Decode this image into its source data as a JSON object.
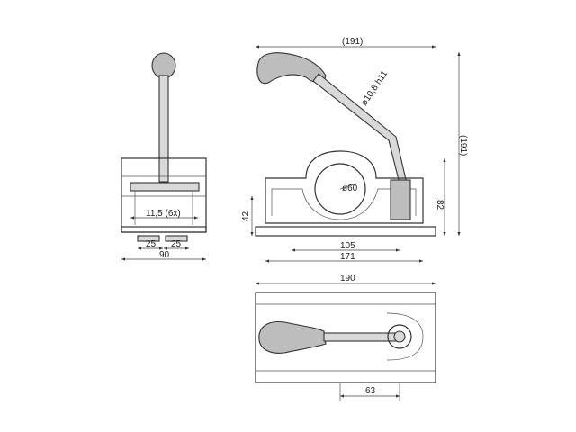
{
  "dimensions": {
    "overall_width_top": "(191)",
    "overall_height_right": "(191)",
    "rod_diameter": "ø10,8 h11",
    "clamp_diameter": "ø60",
    "height_82": "82",
    "height_42": "42",
    "span_105": "105",
    "span_171": "171",
    "side_holes": "11,5 (6x)",
    "side_25_left": "25",
    "side_25_right": "25",
    "side_width": "90",
    "plan_width": "190",
    "plan_offset": "63"
  }
}
